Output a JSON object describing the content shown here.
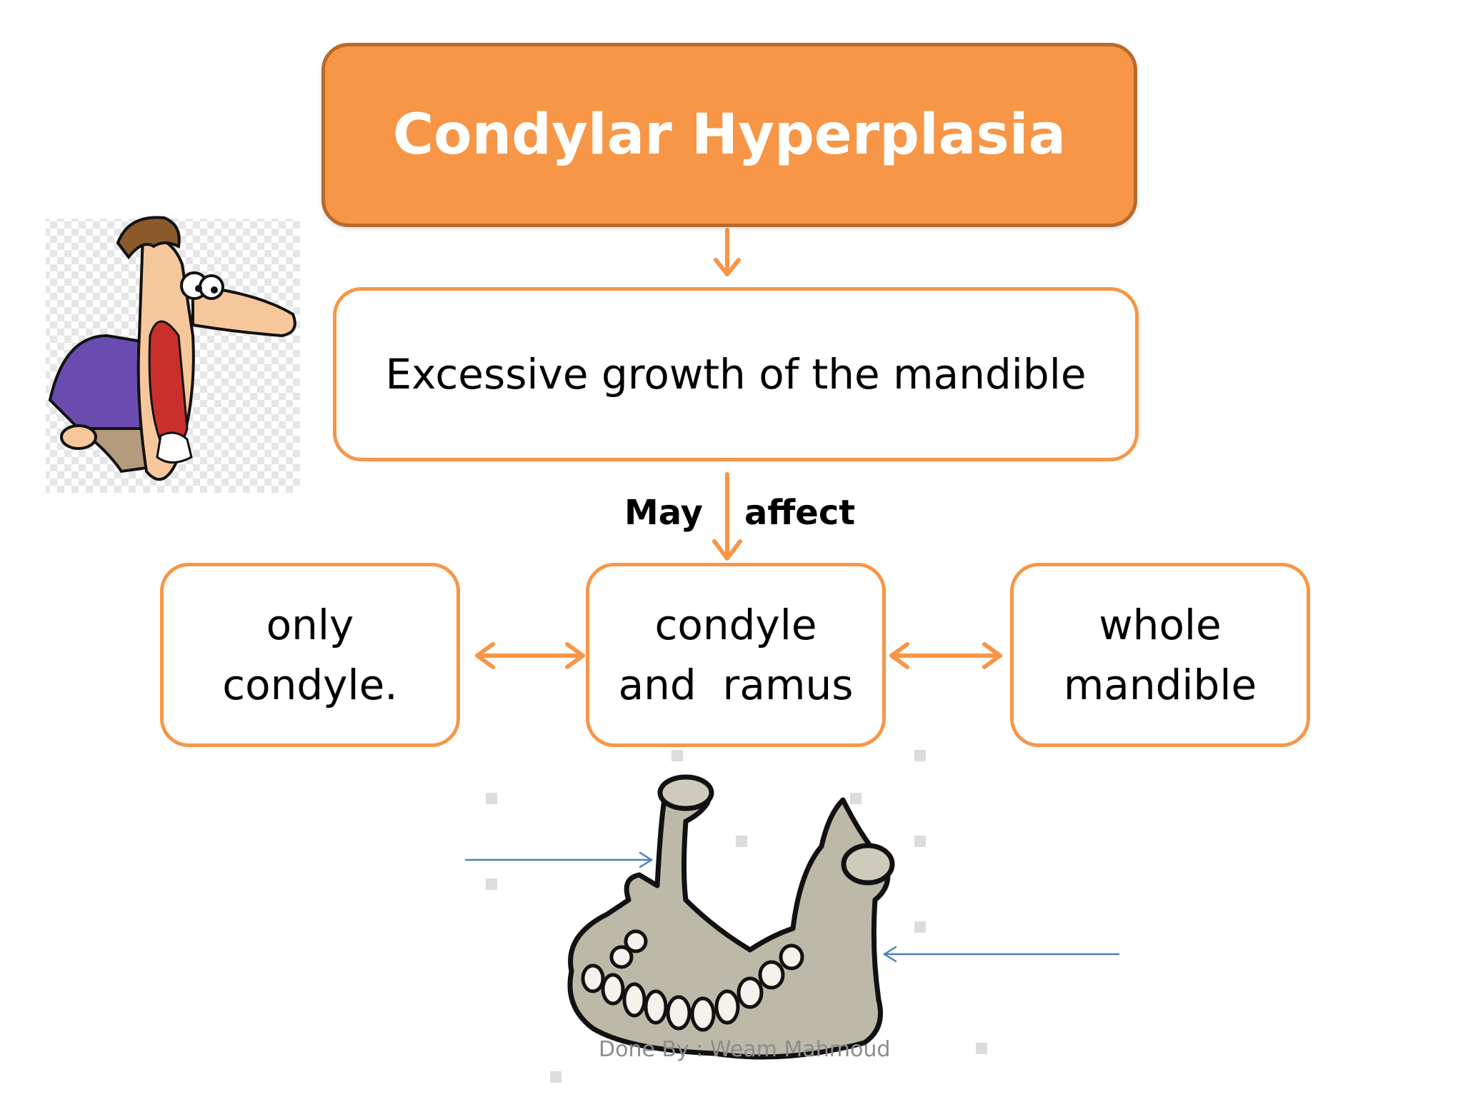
{
  "diagram": {
    "title": "Condylar Hyperplasia",
    "description": "Excessive growth of the mandible",
    "connector_label_left": "May",
    "connector_label_right": "affect",
    "options": [
      {
        "line1": "only",
        "line2": "condyle."
      },
      {
        "line1": "condyle",
        "line2": "and  ramus"
      },
      {
        "line1": "whole",
        "line2": "mandible"
      }
    ],
    "footer": "Done By : Weam Mahmoud"
  },
  "colors": {
    "accent": "#f79646",
    "accent_border": "#b86a2c",
    "pointer_arrow": "#4f81bd"
  },
  "illustrations": {
    "left": "cartoon-man-open-mouth-icon",
    "bottom": "mandible-bone-icon"
  }
}
